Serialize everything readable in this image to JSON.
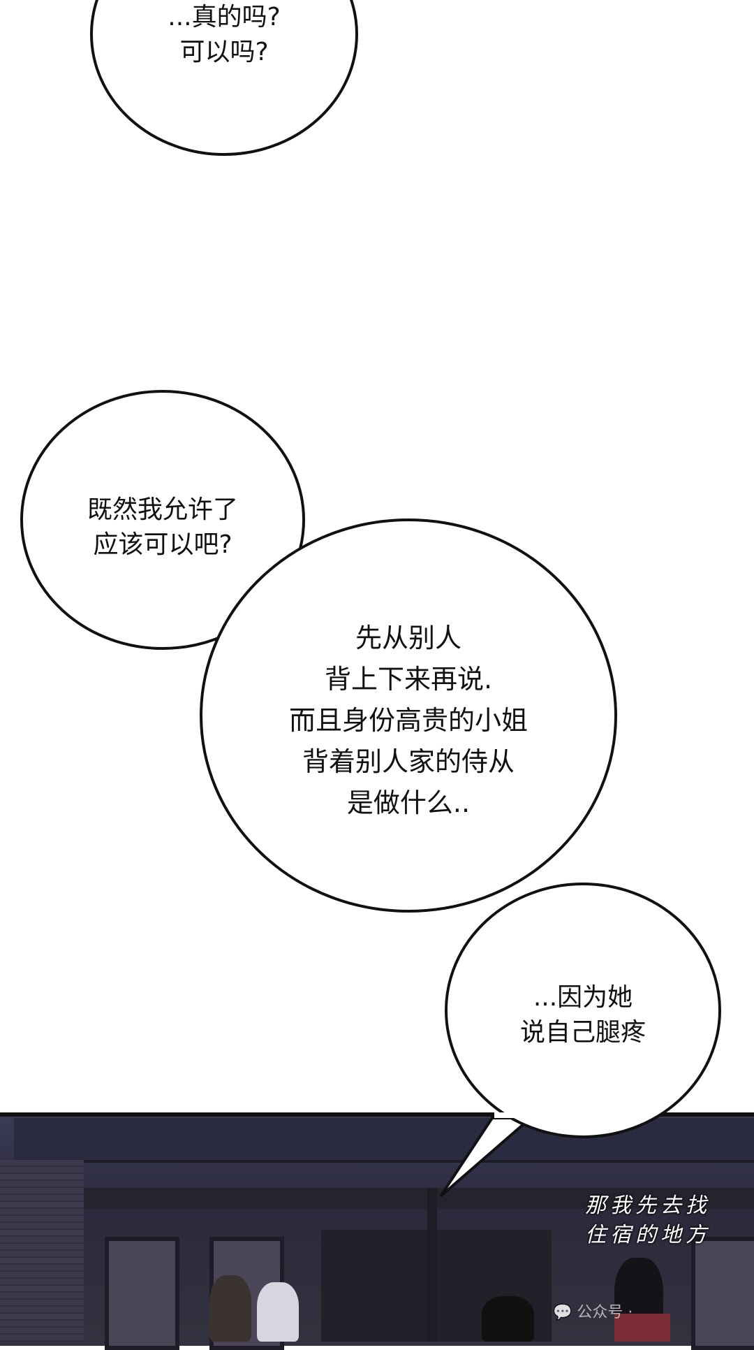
{
  "bubbles": [
    {
      "lines": [
        "...真的吗?",
        "可以吗?"
      ]
    },
    {
      "lines": [
        "既然我允许了",
        "应该可以吧?"
      ]
    },
    {
      "lines": [
        "先从别人",
        "背上下来再说.",
        "而且身份高贵的小姐",
        "背着别人家的侍从",
        "是做什么.."
      ]
    },
    {
      "lines": [
        "...因为她",
        "说自己腿疼"
      ]
    }
  ],
  "sfx_text": [
    "那我先去找",
    "住宿的地方"
  ],
  "watermark": "公众号 ·"
}
